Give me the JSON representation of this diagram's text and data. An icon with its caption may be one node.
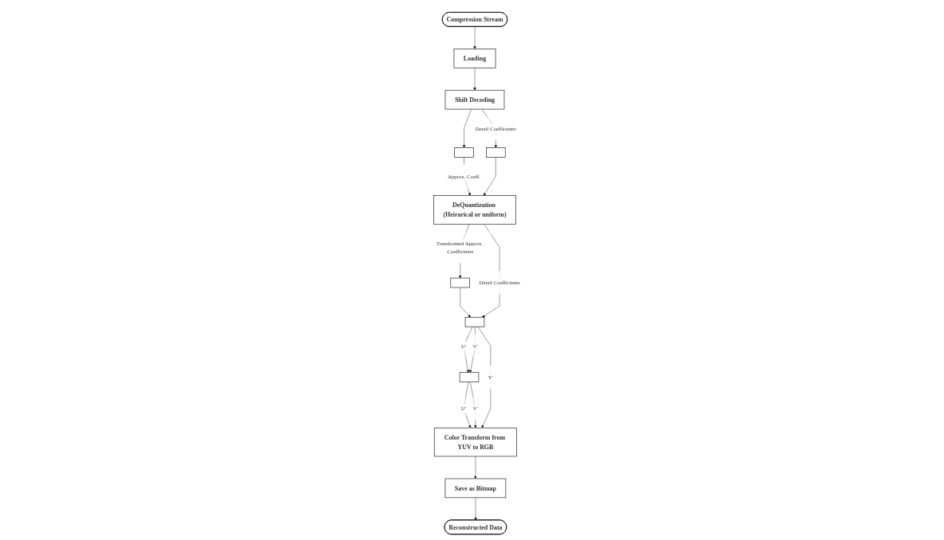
{
  "diagram": {
    "nodes": [
      {
        "text": [
          "Compression Stream"
        ]
      },
      {
        "text": [
          "Loading"
        ]
      },
      {
        "text": [
          "Shift Decoding"
        ]
      },
      {
        "text": [],
        "shape": "box"
      },
      {
        "text": [],
        "shape": "box"
      },
      {
        "text": [
          "DeQuantization (Heirarical or uniform)"
        ]
      },
      {
        "text": [],
        "shape": "box"
      },
      {
        "text": [],
        "shape": "box"
      },
      {
        "text": [],
        "shape": "box"
      },
      {
        "text": [
          "Color Transform from YUV to RGB"
        ]
      },
      {
        "text": [
          "Save as Bitmap"
        ]
      },
      {
        "text": [
          "Reconstructed Data"
        ]
      }
    ],
    "edges": [
      {
        "from": 0,
        "to": 1,
        "arrow": "to"
      },
      {
        "from": 1,
        "to": 2,
        "arrow": "to"
      },
      {
        "from": 2,
        "to": 3,
        "arrow": "to"
      },
      {
        "from": 2,
        "to": 4,
        "arrow": "to",
        "label": "Detail Coefficients"
      },
      {
        "from": 3,
        "to": 5,
        "arrow": "to",
        "label": "Approx. Coeff."
      },
      {
        "from": 4,
        "to": 5,
        "arrow": "to"
      },
      {
        "from": 5,
        "to": 6,
        "arrow": "to",
        "label": "Transformed Approx. Coefficients"
      },
      {
        "from": 6,
        "to": 8,
        "arrow": "to"
      },
      {
        "from": 5,
        "to": 8,
        "arrow": "to",
        "label": "Detail Coefficients"
      },
      {
        "from": 8,
        "to": 7,
        "arrow": "to",
        "label": "U'"
      },
      {
        "from": 8,
        "to": 7,
        "arrow": "to",
        "label": "V'"
      },
      {
        "from": 7,
        "to": 9,
        "arrow": "to",
        "label": "U'"
      },
      {
        "from": 7,
        "to": 9,
        "arrow": "to",
        "label": "V'"
      },
      {
        "from": 8,
        "to": 9,
        "arrow": "to",
        "label": "Y'"
      },
      {
        "from": 9,
        "to": 10,
        "arrow": "to"
      },
      {
        "from": 10,
        "to": 11,
        "arrow": "to"
      }
    ]
  }
}
